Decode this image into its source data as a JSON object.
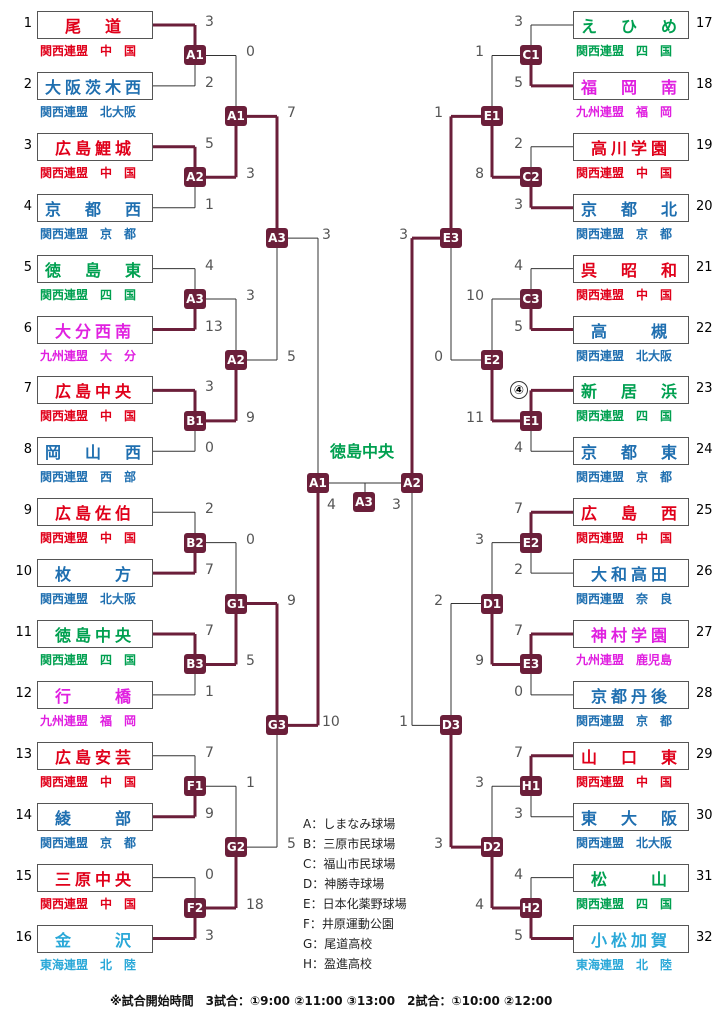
{
  "colors": {
    "line": "#6b1f3a",
    "thin_line": "#333333",
    "badge": "#6b1f3a",
    "chugoku": "#e0001a",
    "kita_osaka": "#1f6fb0",
    "kyoto": "#1f6fb0",
    "shikoku": "#00a050",
    "kyushu": "#e020e0",
    "tokai": "#2aa8d8",
    "nara": "#1f6fb0",
    "champion": "#00a050"
  },
  "left_teams": [
    {
      "no": "1",
      "name": "尾　道",
      "conf": "関西連盟　中　国",
      "color": "#e0001a"
    },
    {
      "no": "2",
      "name": "大阪茨木西",
      "conf": "関西連盟　北大阪",
      "color": "#1f6fb0"
    },
    {
      "no": "3",
      "name": "広島鯉城",
      "conf": "関西連盟　中　国",
      "color": "#e0001a"
    },
    {
      "no": "4",
      "name": "京　都　西",
      "conf": "関西連盟　京　都",
      "color": "#1f6fb0"
    },
    {
      "no": "5",
      "name": "徳　島　東",
      "conf": "関西連盟　四　国",
      "color": "#00a050"
    },
    {
      "no": "6",
      "name": "大分西南",
      "conf": "九州連盟　大　分",
      "color": "#e020e0"
    },
    {
      "no": "7",
      "name": "広島中央",
      "conf": "関西連盟　中　国",
      "color": "#e0001a"
    },
    {
      "no": "8",
      "name": "岡　山　西",
      "conf": "関西連盟　西　部",
      "color": "#1f6fb0"
    },
    {
      "no": "9",
      "name": "広島佐伯",
      "conf": "関西連盟　中　国",
      "color": "#e0001a"
    },
    {
      "no": "10",
      "name": "枚　　方",
      "conf": "関西連盟　北大阪",
      "color": "#1f6fb0"
    },
    {
      "no": "11",
      "name": "徳島中央",
      "conf": "関西連盟　四　国",
      "color": "#00a050"
    },
    {
      "no": "12",
      "name": "行　　橋",
      "conf": "九州連盟　福　岡",
      "color": "#e020e0"
    },
    {
      "no": "13",
      "name": "広島安芸",
      "conf": "関西連盟　中　国",
      "color": "#e0001a"
    },
    {
      "no": "14",
      "name": "綾　　部",
      "conf": "関西連盟　京　都",
      "color": "#1f6fb0"
    },
    {
      "no": "15",
      "name": "三原中央",
      "conf": "関西連盟　中　国",
      "color": "#e0001a"
    },
    {
      "no": "16",
      "name": "金　　沢",
      "conf": "東海連盟　北　陸",
      "color": "#2aa8d8"
    }
  ],
  "right_teams": [
    {
      "no": "17",
      "name": "え　ひ　め",
      "conf": "関西連盟　四　国",
      "color": "#00a050"
    },
    {
      "no": "18",
      "name": "福　岡　南",
      "conf": "九州連盟　福　岡",
      "color": "#e020e0"
    },
    {
      "no": "19",
      "name": "高川学園",
      "conf": "関西連盟　中　国",
      "color": "#e0001a"
    },
    {
      "no": "20",
      "name": "京　都　北",
      "conf": "関西連盟　京　都",
      "color": "#1f6fb0"
    },
    {
      "no": "21",
      "name": "呉　昭　和",
      "conf": "関西連盟　中　国",
      "color": "#e0001a"
    },
    {
      "no": "22",
      "name": "高　　槻",
      "conf": "関西連盟　北大阪",
      "color": "#1f6fb0"
    },
    {
      "no": "23",
      "name": "新　居　浜",
      "conf": "関西連盟　四　国",
      "color": "#00a050"
    },
    {
      "no": "24",
      "name": "京　都　東",
      "conf": "関西連盟　京　都",
      "color": "#1f6fb0"
    },
    {
      "no": "25",
      "name": "広　島　西",
      "conf": "関西連盟　中　国",
      "color": "#e0001a"
    },
    {
      "no": "26",
      "name": "大和高田",
      "conf": "関西連盟　奈　良",
      "color": "#1f6fb0"
    },
    {
      "no": "27",
      "name": "神村学園",
      "conf": "九州連盟　鹿児島",
      "color": "#e020e0"
    },
    {
      "no": "28",
      "name": "京都丹後",
      "conf": "関西連盟　京　都",
      "color": "#1f6fb0"
    },
    {
      "no": "29",
      "name": "山　口　東",
      "conf": "関西連盟　中　国",
      "color": "#e0001a"
    },
    {
      "no": "30",
      "name": "東　大　阪",
      "conf": "関西連盟　北大阪",
      "color": "#1f6fb0"
    },
    {
      "no": "31",
      "name": "松　　山",
      "conf": "関西連盟　四　国",
      "color": "#00a050"
    },
    {
      "no": "32",
      "name": "小松加賀",
      "conf": "東海連盟　北　陸",
      "color": "#2aa8d8"
    }
  ],
  "left_r1": [
    {
      "badge": "A1",
      "s1": "3",
      "s2": "2"
    },
    {
      "badge": "A2",
      "s1": "5",
      "s2": "1"
    },
    {
      "badge": "A3",
      "s1": "4",
      "s2": "13"
    },
    {
      "badge": "B1",
      "s1": "3",
      "s2": "0"
    },
    {
      "badge": "B2",
      "s1": "2",
      "s2": "7"
    },
    {
      "badge": "B3",
      "s1": "7",
      "s2": "1"
    },
    {
      "badge": "F1",
      "s1": "7",
      "s2": "9"
    },
    {
      "badge": "F2",
      "s1": "0",
      "s2": "3"
    }
  ],
  "left_r2": [
    {
      "badge": "A1",
      "s1": "0",
      "s2": "3"
    },
    {
      "badge": "A2",
      "s1": "3",
      "s2": "9"
    },
    {
      "badge": "G1",
      "s1": "0",
      "s2": "5"
    },
    {
      "badge": "G2",
      "s1": "1",
      "s2": "18"
    }
  ],
  "left_r3": [
    {
      "badge": "A3",
      "s1": "7",
      "s2": "5"
    },
    {
      "badge": "G3",
      "s1": "9",
      "s2": "5"
    }
  ],
  "left_r4": {
    "s1": "3",
    "s2": "10"
  },
  "right_r1": [
    {
      "badge": "C1",
      "s1": "3",
      "s2": "5"
    },
    {
      "badge": "C2",
      "s1": "2",
      "s2": "3"
    },
    {
      "badge": "C3",
      "s1": "4",
      "s2": "5"
    },
    {
      "badge": "E1",
      "s1": "",
      "s2": "4"
    },
    {
      "badge": "E2",
      "s1": "7",
      "s2": "2"
    },
    {
      "badge": "E3",
      "s1": "7",
      "s2": "0"
    },
    {
      "badge": "H1",
      "s1": "7",
      "s2": "3"
    },
    {
      "badge": "H2",
      "s1": "4",
      "s2": "5"
    }
  ],
  "right_r2": [
    {
      "badge": "E1",
      "s1": "1",
      "s2": "8"
    },
    {
      "badge": "E2",
      "s1": "10",
      "s2": "11"
    },
    {
      "badge": "D1",
      "s1": "3",
      "s2": "9"
    },
    {
      "badge": "D2",
      "s1": "3",
      "s2": "4"
    }
  ],
  "right_r3": [
    {
      "badge": "E3",
      "s1": "1",
      "s2": "0"
    },
    {
      "badge": "D3",
      "s1": "2",
      "s2": "3"
    }
  ],
  "right_r4": {
    "s1": "3",
    "s2": "1"
  },
  "final": {
    "champion": "徳島中央",
    "left_badge": "A1",
    "right_badge": "A2",
    "center_badge": "A3",
    "left_score": "4",
    "right_score": "3"
  },
  "circled_mark": "④",
  "legend": [
    "A：しまなみ球場",
    "B：三原市民球場",
    "C：福山市民球場",
    "D：神勝寺球場",
    "E：日本化薬野球場",
    "F：井原運動公園",
    "G：尾道高校",
    "H：盈進高校"
  ],
  "note": "※試合開始時間　3試合：①9:00 ②11:00 ③13:00　2試合：①10:00 ②12:00"
}
